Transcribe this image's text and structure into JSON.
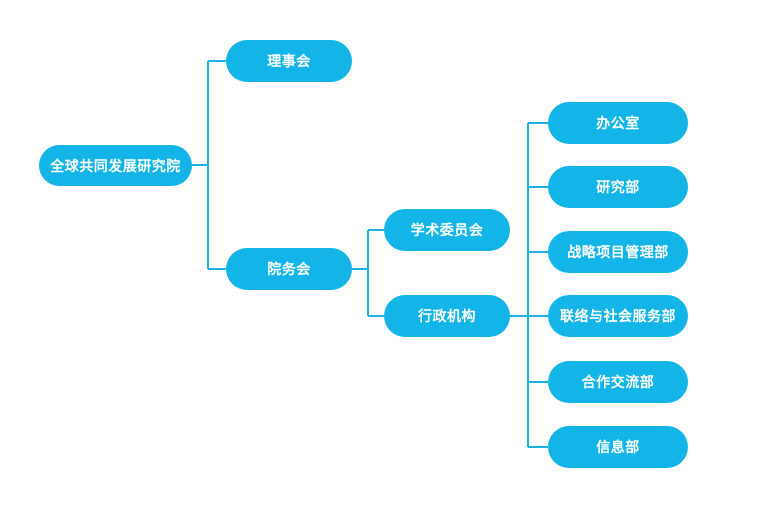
{
  "root": {
    "label": "全球共同发展研究院"
  },
  "level1": {
    "council": {
      "label": "理事会"
    },
    "affairs": {
      "label": "院务会"
    }
  },
  "level2": {
    "academic": {
      "label": "学术委员会"
    },
    "admin": {
      "label": "行政机构"
    }
  },
  "departments": [
    {
      "label": "办公室"
    },
    {
      "label": "研究部"
    },
    {
      "label": "战略项目管理部"
    },
    {
      "label": "联络与社会服务部"
    },
    {
      "label": "合作交流部"
    },
    {
      "label": "信息部"
    }
  ],
  "colors": {
    "node_fill": "#13b5e8",
    "connector": "#1ab3e0",
    "text": "#ffffff",
    "background": "#ffffff"
  }
}
